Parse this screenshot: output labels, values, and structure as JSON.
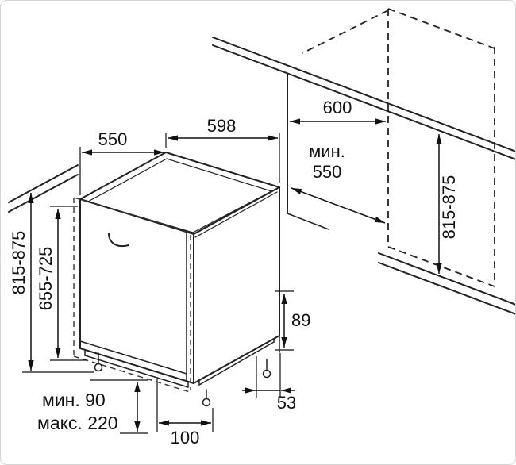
{
  "page": {
    "background": "#ffffff",
    "border_color": "#d6d6d6",
    "line_color": "#222222",
    "text_color": "#111111"
  },
  "diagram": {
    "dimensions": {
      "appliance_depth_top": "550",
      "appliance_width_top": "598",
      "niche_depth": "600",
      "niche_width_prefix": "мин.",
      "niche_width_value": "550",
      "niche_height": "815-875",
      "appliance_height": "815-875",
      "door_panel_height": "655-725",
      "rear_base_height": "89",
      "rear_foot_offset": "53",
      "front_foot_offset": "100",
      "feet_min": "мин. 90",
      "feet_max": "макс. 220"
    }
  }
}
